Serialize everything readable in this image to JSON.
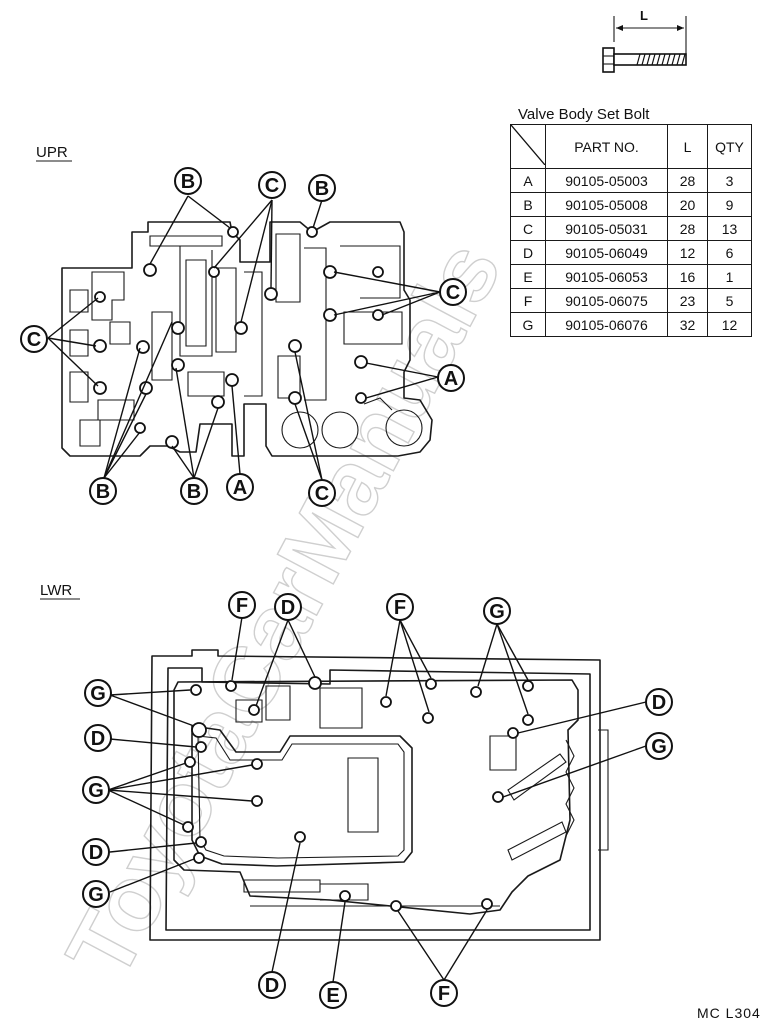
{
  "table": {
    "title": "Valve Body Set Bolt",
    "headers": {
      "part_no": "PART NO.",
      "l": "L",
      "qty": "QTY"
    },
    "rows": [
      {
        "id": "A",
        "part_no": "90105-05003",
        "l": "28",
        "qty": "3"
      },
      {
        "id": "B",
        "part_no": "90105-05008",
        "l": "20",
        "qty": "9"
      },
      {
        "id": "C",
        "part_no": "90105-05031",
        "l": "28",
        "qty": "13"
      },
      {
        "id": "D",
        "part_no": "90105-06049",
        "l": "12",
        "qty": "6"
      },
      {
        "id": "E",
        "part_no": "90105-06053",
        "l": "16",
        "qty": "1"
      },
      {
        "id": "F",
        "part_no": "90105-06075",
        "l": "23",
        "qty": "5"
      },
      {
        "id": "G",
        "part_no": "90105-06076",
        "l": "32",
        "qty": "12"
      }
    ]
  },
  "bolt_dim_label": "L",
  "sections": {
    "upper": "UPR",
    "lower": "LWR"
  },
  "figure_code": "MC  L304",
  "watermark": "ToyotaCarManuals",
  "callout_letters": {
    "a": "A",
    "b": "B",
    "c": "C",
    "d": "D",
    "e": "E",
    "f": "F",
    "g": "G"
  }
}
